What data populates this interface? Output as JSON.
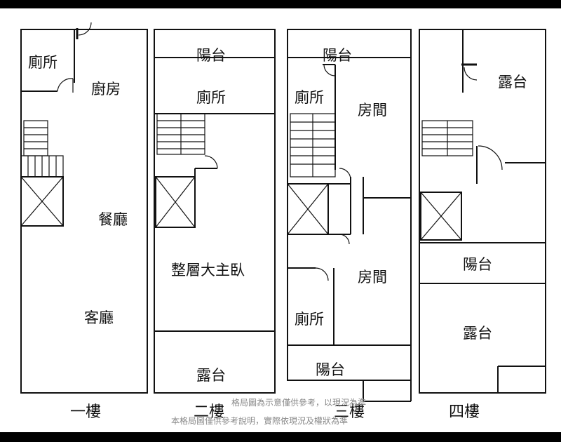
{
  "floors": [
    {
      "label": "一樓",
      "rooms": {
        "toilet": "廁所",
        "kitchen": "廚房",
        "dining": "餐廳",
        "living": "客廳"
      }
    },
    {
      "label": "二樓",
      "rooms": {
        "balcony": "陽台",
        "toilet": "廁所",
        "master": "整層大主臥",
        "terrace": "露台"
      }
    },
    {
      "label": "三樓",
      "rooms": {
        "balcony_top": "陽台",
        "toilet_top": "廁所",
        "room_top": "房間",
        "room_bottom": "房間",
        "toilet_bottom": "廁所",
        "balcony_bottom": "陽台"
      }
    },
    {
      "label": "四樓",
      "rooms": {
        "terrace_top": "露台",
        "balcony": "陽台",
        "terrace_bottom": "露台"
      }
    }
  ],
  "watermark": {
    "line1": "格局圖為示意僅供參考，以現況為準",
    "line2": "本格局圖僅供參考說明，實際依現況及權狀為準"
  }
}
